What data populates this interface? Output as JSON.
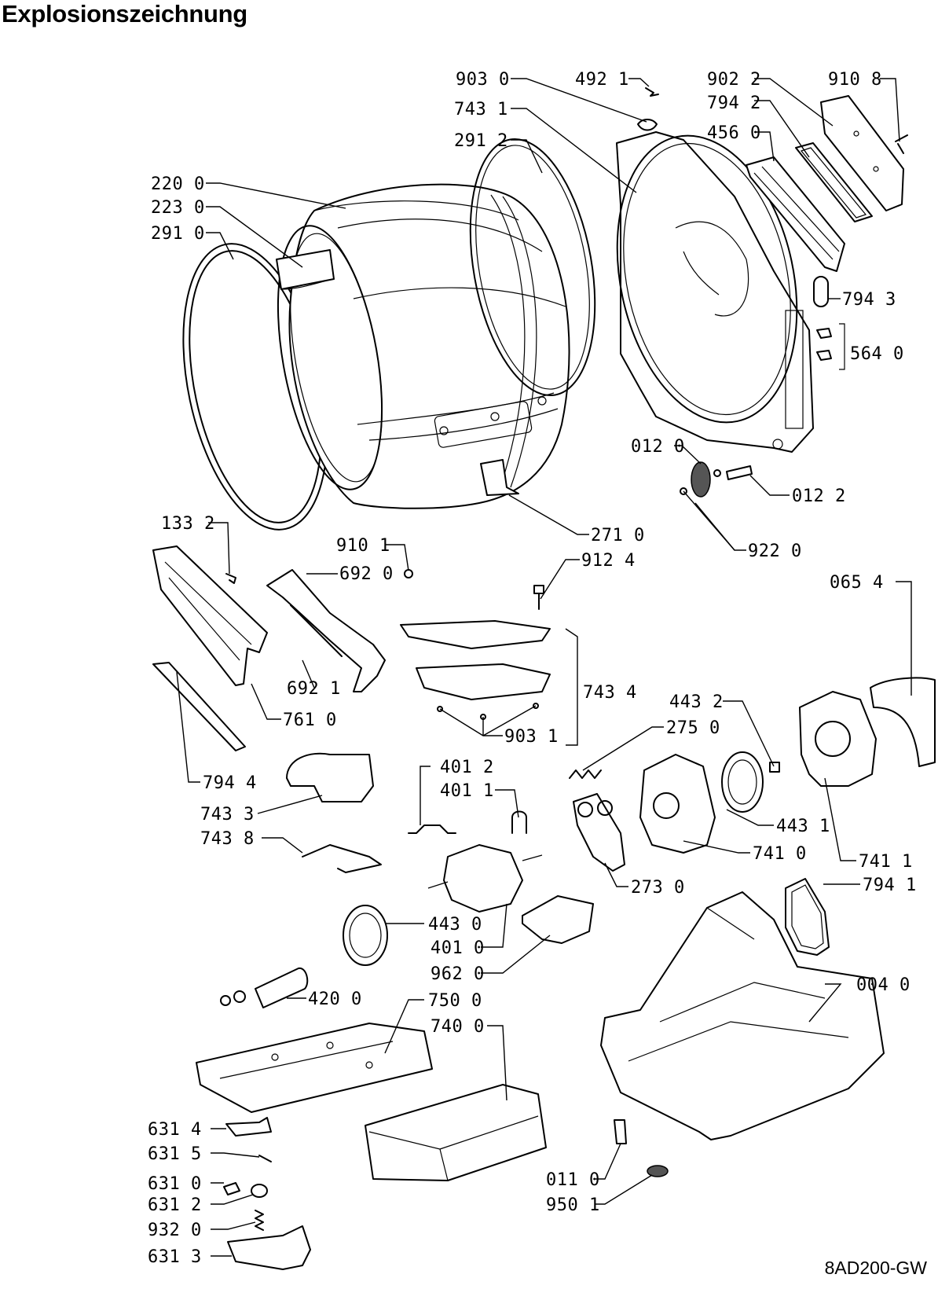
{
  "title": "Explosionszeichnung",
  "model": "8AD200-GW",
  "labels": [
    {
      "id": "903-0",
      "text": "903 0"
    },
    {
      "id": "492-1",
      "text": "492 1"
    },
    {
      "id": "902-2",
      "text": "902 2"
    },
    {
      "id": "910-8",
      "text": "910 8"
    },
    {
      "id": "743-1",
      "text": "743 1"
    },
    {
      "id": "794-2",
      "text": "794 2"
    },
    {
      "id": "291-2",
      "text": "291 2"
    },
    {
      "id": "456-0",
      "text": "456 0"
    },
    {
      "id": "220-0",
      "text": "220 0"
    },
    {
      "id": "223-0",
      "text": "223 0"
    },
    {
      "id": "291-0",
      "text": "291 0"
    },
    {
      "id": "794-3",
      "text": "794 3"
    },
    {
      "id": "564-0",
      "text": "564 0"
    },
    {
      "id": "012-0",
      "text": "012 0"
    },
    {
      "id": "012-2",
      "text": "012 2"
    },
    {
      "id": "271-0",
      "text": "271 0"
    },
    {
      "id": "133-2",
      "text": "133 2"
    },
    {
      "id": "910-1",
      "text": "910 1"
    },
    {
      "id": "922-0",
      "text": "922 0"
    },
    {
      "id": "692-0",
      "text": "692 0"
    },
    {
      "id": "912-4",
      "text": "912 4"
    },
    {
      "id": "065-4",
      "text": "065 4"
    },
    {
      "id": "692-1",
      "text": "692 1"
    },
    {
      "id": "743-4",
      "text": "743 4"
    },
    {
      "id": "761-0",
      "text": "761 0"
    },
    {
      "id": "443-2",
      "text": "443 2"
    },
    {
      "id": "275-0",
      "text": "275 0"
    },
    {
      "id": "903-1",
      "text": "903 1"
    },
    {
      "id": "401-2",
      "text": "401 2"
    },
    {
      "id": "794-4",
      "text": "794 4"
    },
    {
      "id": "401-1",
      "text": "401 1"
    },
    {
      "id": "743-3",
      "text": "743 3"
    },
    {
      "id": "443-1",
      "text": "443 1"
    },
    {
      "id": "743-8",
      "text": "743 8"
    },
    {
      "id": "741-0",
      "text": "741 0"
    },
    {
      "id": "741-1",
      "text": "741 1"
    },
    {
      "id": "273-0",
      "text": "273 0"
    },
    {
      "id": "794-1",
      "text": "794 1"
    },
    {
      "id": "443-0",
      "text": "443 0"
    },
    {
      "id": "401-0",
      "text": "401 0"
    },
    {
      "id": "962-0",
      "text": "962 0"
    },
    {
      "id": "004-0",
      "text": "004 0"
    },
    {
      "id": "420-0",
      "text": "420 0"
    },
    {
      "id": "750-0",
      "text": "750 0"
    },
    {
      "id": "740-0",
      "text": "740 0"
    },
    {
      "id": "631-4",
      "text": "631 4"
    },
    {
      "id": "631-5",
      "text": "631 5"
    },
    {
      "id": "011-0",
      "text": "011 0"
    },
    {
      "id": "631-0",
      "text": "631 0"
    },
    {
      "id": "950-1",
      "text": "950 1"
    },
    {
      "id": "631-2",
      "text": "631 2"
    },
    {
      "id": "932-0",
      "text": "932 0"
    },
    {
      "id": "631-3",
      "text": "631 3"
    }
  ]
}
